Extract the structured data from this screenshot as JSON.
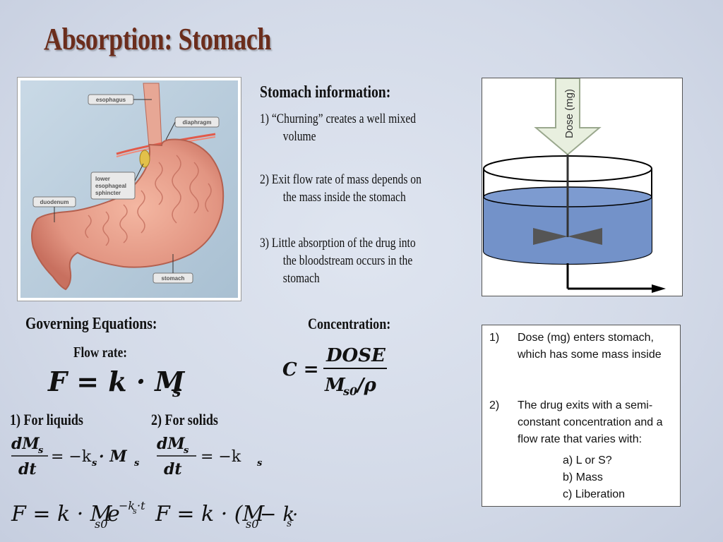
{
  "slide": {
    "title": "Absorption: Stomach"
  },
  "stomach_diagram": {
    "labels": {
      "esophagus": "esophagus",
      "diaphragm": "diaphragm",
      "les": [
        "lower",
        "esophageal",
        "sphincter"
      ],
      "duodenum": "duodenum",
      "stomach": "stomach"
    }
  },
  "info": {
    "heading": "Stomach information:",
    "items": [
      {
        "line1": "1) “Churning” creates a well mixed",
        "line2": "volume"
      },
      {
        "line1": "2) Exit flow rate of mass depends on",
        "line2": "the mass inside the stomach"
      },
      {
        "line1": "3) Little absorption of the drug into",
        "line2": "the bloodstream occurs in the",
        "line3": "stomach"
      }
    ]
  },
  "tank_diagram": {
    "dose_label": "Dose (mg)"
  },
  "equations": {
    "governing_label": "Governing Equations:",
    "flow_label": "Flow rate:",
    "concentration_label": "Concentration:",
    "liquids_label": "1) For liquids",
    "solids_label": "2) For solids"
  },
  "notes": {
    "item1_num": "1)",
    "item1_text": "Dose (mg) enters stomach, which has some mass inside",
    "item2_num": "2)",
    "item2_text": "The drug exits with a semi-constant concentration and a flow rate that varies with:",
    "subs": [
      "a) L or S?",
      "b) Mass",
      "c) Liberation"
    ]
  }
}
